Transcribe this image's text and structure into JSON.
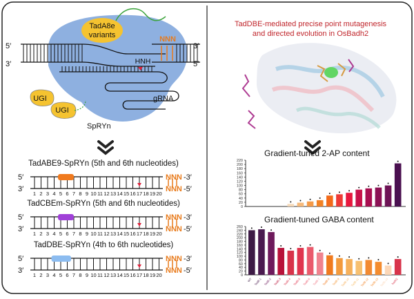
{
  "left": {
    "tada_label_line1": "TadA8e",
    "tada_label_line2": "variants",
    "pam_top": "NNN",
    "hnh": "HNH",
    "grna": "gRNA",
    "spry": "SpRYn",
    "ugi_1": "UGI",
    "ugi_2": "UGI",
    "end_5_top": "5′",
    "end_3_top": "3′",
    "end_3_bot": "3′",
    "end_5_bot": "5′"
  },
  "right": {
    "title_line1": "TadDBE-mediated precise point mutagenesis",
    "title_line2": "and directed evolution in OsBadh2"
  },
  "editors": [
    {
      "name": "TadABE9-SpRYn (5th and 6th nucleotides)",
      "color": "#f07a1e"
    },
    {
      "name": "TadCBEm-SpRYn (5th and 6th nucleotides)",
      "color": "#a040d8"
    },
    {
      "name": "TadDBE-SpRYn (4th to 6th nucleotides)",
      "color": "#8cbcf0"
    }
  ],
  "editor_pam_top": "NNN",
  "editor_pam_bot": "NNN",
  "editor_end_5": "5′",
  "editor_end_3": "3′",
  "positions": [
    "1",
    "2",
    "3",
    "4",
    "5",
    "6",
    "7",
    "8",
    "9",
    "10",
    "11",
    "12",
    "13",
    "14",
    "15",
    "16",
    "17",
    "18",
    "19",
    "20"
  ],
  "chart_data": [
    {
      "type": "bar",
      "title": "Gradient-tuned 2-AP content",
      "y_ticks": [
        "0",
        "20",
        "40",
        "60",
        "80",
        "100",
        "120",
        "140",
        "160",
        "180",
        "200",
        "220"
      ],
      "ylim": [
        0,
        220
      ],
      "values": [
        0,
        0,
        0,
        0,
        12,
        18,
        24,
        30,
        52,
        58,
        65,
        80,
        86,
        90,
        100,
        205
      ],
      "colors": [
        "#3d1b45",
        "#3d1b45",
        "#3d1b45",
        "#3d1b45",
        "#f5d9b8",
        "#f6b97a",
        "#f49a48",
        "#f28225",
        "#f36a1a",
        "#ee3a36",
        "#e8183e",
        "#c8124a",
        "#a80e50",
        "#8c1255",
        "#6e1456",
        "#4a1050"
      ]
    },
    {
      "type": "bar",
      "title": "Gradient-tuned GABA content",
      "y_ticks": [
        "0",
        "20",
        "40",
        "60",
        "80",
        "100",
        "120",
        "140",
        "160",
        "180",
        "200",
        "220",
        "240",
        "260"
      ],
      "ylim": [
        0,
        260
      ],
      "values": [
        240,
        245,
        230,
        145,
        130,
        145,
        150,
        120,
        105,
        90,
        85,
        75,
        80,
        70,
        50,
        85
      ],
      "colors": [
        "#3d1b45",
        "#4a1a4f",
        "#6e1a5c",
        "#b8123a",
        "#d8334a",
        "#e0354e",
        "#ea5a6c",
        "#f0828e",
        "#f07a1e",
        "#f39a3c",
        "#f6b05a",
        "#f7c070",
        "#f28a32",
        "#f48c2e",
        "#fcd7b7",
        "#d8334a"
      ]
    }
  ],
  "chart_categories": [
    "WT",
    "TadB-1",
    "TadB-2",
    "TadB-3",
    "TadB-4",
    "TadB-5",
    "TadB-6",
    "TadB-7",
    "TadB-8",
    "TadB-9",
    "TadB-10",
    "TadB-11",
    "TadB-12",
    "TadB-13",
    "TadB-14",
    "badh2"
  ]
}
